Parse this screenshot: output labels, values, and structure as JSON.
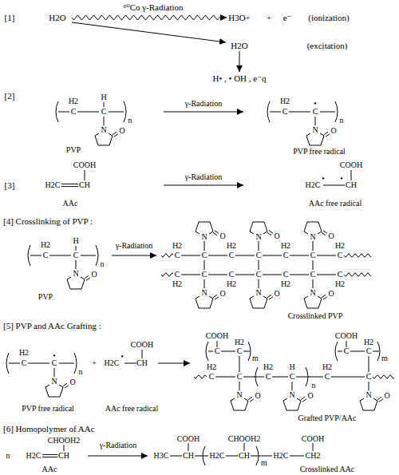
{
  "diagram": {
    "labels": [
      "[1]",
      "H2O",
      "⁶⁰Co γ-Radiation",
      "H3O+",
      "+",
      "e⁻",
      "(ionization)",
      "H2O",
      "(excitation)",
      "H• , • OH , e⁻q",
      "[2]",
      "H2",
      "C",
      "H",
      "C",
      "n",
      "N",
      "O",
      "PVP",
      "γ-Radiation",
      "H2",
      "C",
      "•",
      "C",
      "n",
      "N",
      "O",
      "PVP free radical",
      "[3]",
      "COOH",
      "H2C",
      "CH",
      "AAc",
      "γ-Radiation",
      "COOH",
      "H2C",
      "•",
      "•",
      "CH",
      "AAc free radical",
      "[4] Crosslinking of PVP :",
      "H",
      "H2",
      "C",
      "C",
      "n",
      "N",
      "O",
      "PVP",
      "γ-Radiation",
      "N",
      "O",
      "N",
      "O",
      "N",
      "O",
      "H2",
      "C",
      "C",
      "H2",
      "C",
      "C",
      "H2",
      "C",
      "C",
      "H2",
      "C",
      "C",
      "H2",
      "C",
      "C",
      "H2",
      "C",
      "C",
      "H2",
      "C",
      "C",
      "H2",
      "N",
      "O",
      "N",
      "O",
      "N",
      "O",
      "Crosslinked PVP",
      "[5] PVP and AAc Grafting :",
      "H2",
      "C",
      "•",
      "C",
      "n",
      "N",
      "O",
      "PVP free radical",
      "+",
      "COOH",
      "H2C",
      "•",
      "CH",
      "AAc free radical",
      "COOH",
      "H2",
      "C",
      "C",
      "m",
      "COOH",
      "H2",
      "C",
      "C",
      "m",
      "H2",
      "C",
      "C",
      "H2",
      "C",
      "H",
      "C",
      "n",
      "H2",
      "C",
      "C",
      "N",
      "O",
      "N",
      "O",
      "N",
      "O",
      "Grafted PVP/AAc",
      "[6] Homopolymer of AAc",
      "n",
      "CHOOH2",
      "H2C",
      "CH",
      "AAc",
      "γ-Radiation",
      "COOH",
      "CHOOH2",
      "COOH",
      "H3C",
      "CH",
      "H2C",
      "CH",
      "m",
      "H2C",
      "CH2",
      "Crosslinked AAc"
    ]
  }
}
